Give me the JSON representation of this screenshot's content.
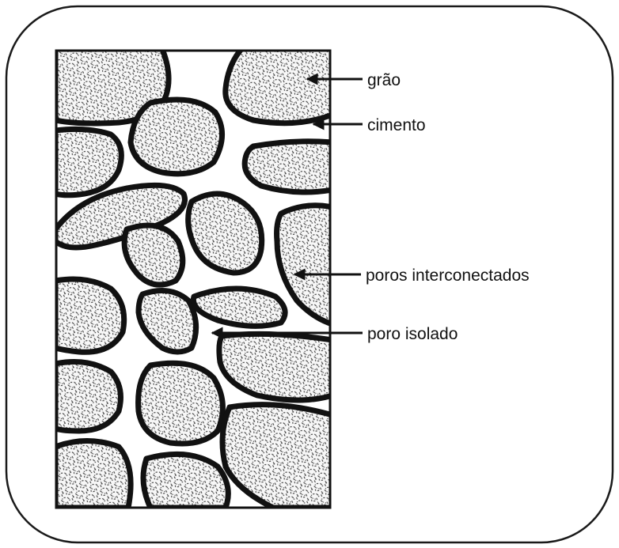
{
  "labels": {
    "grain": "grão",
    "cement": "cimento",
    "connected_pores": "poros interconectados",
    "isolated_pore": "poro isolado"
  },
  "colors": {
    "ink": "#111111",
    "grain_fill": "#f7f7f7",
    "speckle": "#333333",
    "frame": "#1a1a1a",
    "background": "#ffffff"
  }
}
